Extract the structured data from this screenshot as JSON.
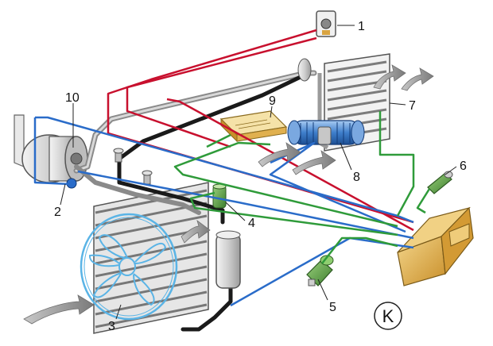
{
  "diagram": {
    "labels": [
      {
        "id": "1",
        "text": "1"
      },
      {
        "id": "2",
        "text": "2"
      },
      {
        "id": "3",
        "text": "3"
      },
      {
        "id": "4",
        "text": "4"
      },
      {
        "id": "5",
        "text": "5"
      },
      {
        "id": "6",
        "text": "6"
      },
      {
        "id": "7",
        "text": "7"
      },
      {
        "id": "8",
        "text": "8"
      },
      {
        "id": "9",
        "text": "9"
      },
      {
        "id": "10",
        "text": "10"
      }
    ],
    "k_symbol": "K"
  },
  "colors": {
    "red_wire": "#c8102e",
    "blue_wire": "#2a6cc9",
    "green_wire": "#2f9b3a",
    "black_pipe": "#1a1a1a",
    "grey_pipe": "#9a9a9a",
    "fan_blue": "#5ab4e6",
    "ecu_gold": "#d9a441",
    "airflow_grey": "#8c8c8c"
  }
}
